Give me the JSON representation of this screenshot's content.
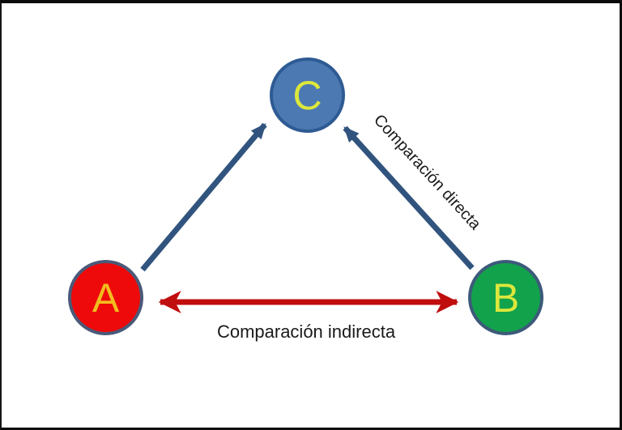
{
  "diagram": {
    "type": "indirect-comparison-triangle",
    "background": "#ffffff",
    "frame_color": "#0b0b0b",
    "nodes": [
      {
        "id": "A",
        "label": "A",
        "fill": "#ee0a0a",
        "border": "#4a5a78",
        "label_color": "#f2bd1e"
      },
      {
        "id": "B",
        "label": "B",
        "fill": "#12a24b",
        "border": "#3d5a7a",
        "label_color": "#dce73c"
      },
      {
        "id": "C",
        "label": "C",
        "fill": "#4d79b3",
        "border": "#2f5b94",
        "label_color": "#dce73c"
      }
    ],
    "edges": [
      {
        "from": "A",
        "to": "C",
        "style": "arrow",
        "color": "#31547e",
        "label": ""
      },
      {
        "from": "B",
        "to": "C",
        "style": "arrow",
        "color": "#31547e",
        "label": "Comparación directa"
      },
      {
        "from": "A",
        "to": "B",
        "style": "double-arrow",
        "color": "#c00d0d",
        "label": "Comparación indirecta"
      }
    ],
    "edge_labels": {
      "direct": "Comparación directa",
      "indirect": "Comparación indirecta"
    }
  }
}
